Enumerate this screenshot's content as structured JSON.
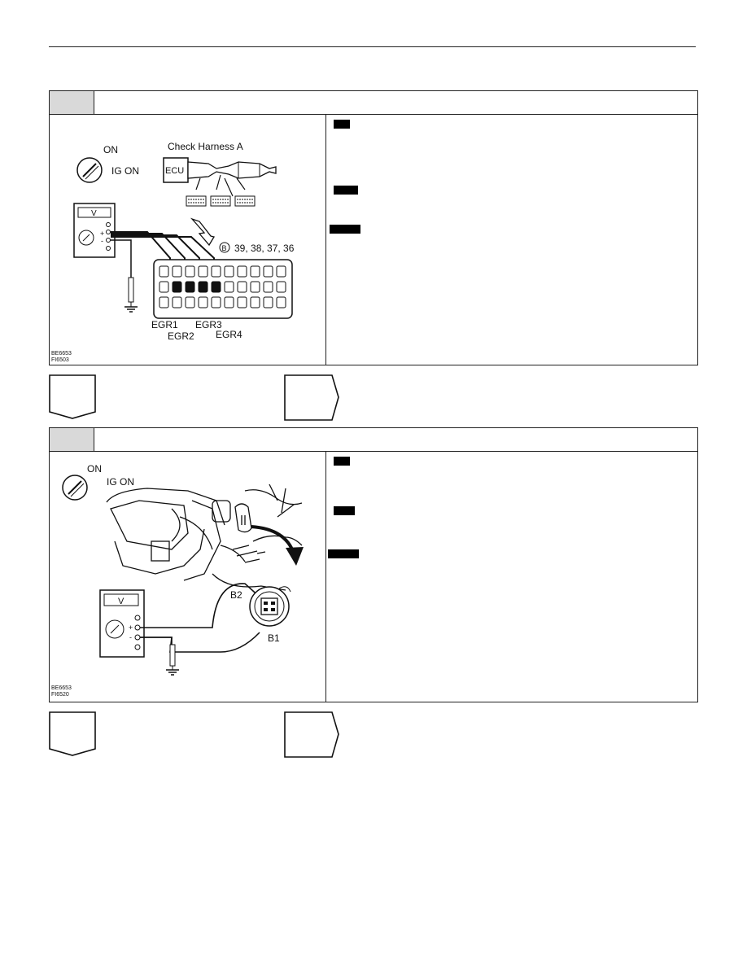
{
  "step1": {
    "figure": {
      "on_label": "ON",
      "ig_on_label": "IG ON",
      "harness_label": "Check Harness A",
      "ecu_label": "ECU",
      "meter_label": "V",
      "connector_tag": "B",
      "pins_label": "39, 38, 37, 36",
      "egr1": "EGR1",
      "egr2": "EGR2",
      "egr3": "EGR3",
      "egr4": "EGR4",
      "code1": "BE6653",
      "code2": "FI6503"
    }
  },
  "step2": {
    "figure": {
      "on_label": "ON",
      "ig_on_label": "IG ON",
      "meter_label": "V",
      "b1_label": "B1",
      "b2_label": "B2",
      "code1": "BE6653",
      "code2": "FI6520"
    }
  }
}
